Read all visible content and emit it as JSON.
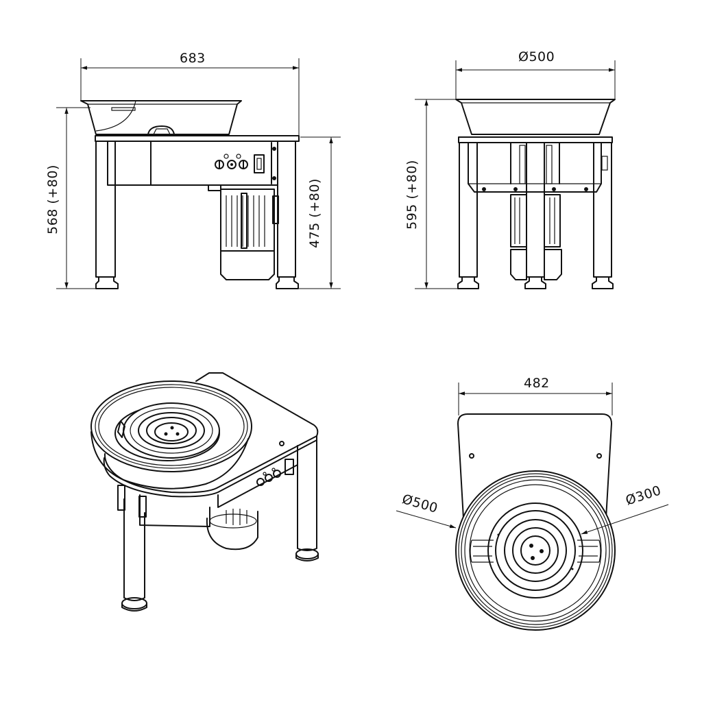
{
  "drawing": {
    "subject": "Pottery wheel technical drawing",
    "views": [
      {
        "name": "side-view",
        "dimensions": {
          "overall_width": "683",
          "overall_height": "568 (+80)",
          "table_height": "475 (+80)"
        }
      },
      {
        "name": "front-view",
        "dimensions": {
          "bowl_diameter": "Ø500",
          "overall_height": "595 (+80)"
        }
      },
      {
        "name": "isometric-view",
        "dimensions": {}
      },
      {
        "name": "top-view",
        "dimensions": {
          "table_width": "482",
          "bowl_diameter": "Ø500",
          "wheelhead_diameter": "Ø300"
        }
      }
    ]
  },
  "labels": {
    "side_width": "683",
    "side_height_total": "568 (+80)",
    "side_height_table": "475 (+80)",
    "front_diameter": "Ø500",
    "front_height": "595 (+80)",
    "top_width": "482",
    "top_bowl_diameter": "Ø500",
    "top_wheel_diameter": "Ø300"
  },
  "colors": {
    "line": "#111111",
    "background": "#ffffff"
  }
}
